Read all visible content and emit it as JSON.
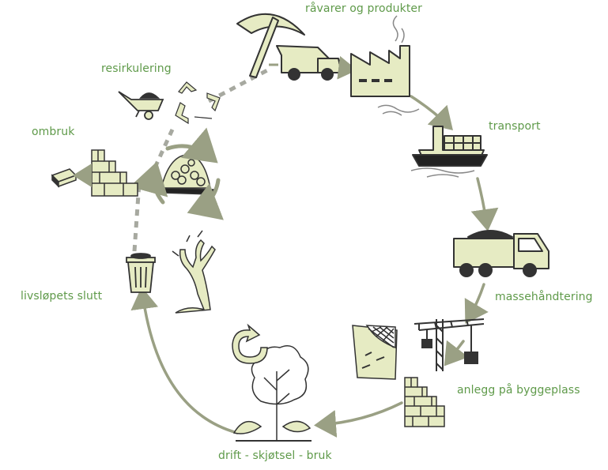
{
  "diagram": {
    "type": "life-cycle",
    "colors": {
      "label": "#5f9a4a",
      "fill": "#e6ebc3",
      "ink": "#333333",
      "arrow": "#9aa084",
      "dark": "#222222"
    },
    "stages": [
      {
        "id": "raw",
        "label": "råvarer og produkter"
      },
      {
        "id": "transport",
        "label": "transport"
      },
      {
        "id": "mass",
        "label": "massehåndtering"
      },
      {
        "id": "build",
        "label": "anlegg på byggeplass"
      },
      {
        "id": "operate",
        "label": "drift - skjøtsel - bruk"
      },
      {
        "id": "eol",
        "label": "livsløpets slutt"
      },
      {
        "id": "reuse",
        "label": "ombruk"
      },
      {
        "id": "recycle",
        "label": "resirkulering"
      }
    ],
    "icons": [
      "pickaxe-icon",
      "dump-truck-icon",
      "factory-icon",
      "ship-icon",
      "truck-icon",
      "crane-icon",
      "brick-wall-icon",
      "mesh-slope-icon",
      "seedling-icon",
      "tree-icon",
      "cycle-arrow-icon",
      "trash-bin-icon",
      "dead-tree-icon",
      "rubble-pile-icon",
      "brick-icon",
      "wheelbarrow-icon",
      "recycle-icon"
    ]
  }
}
